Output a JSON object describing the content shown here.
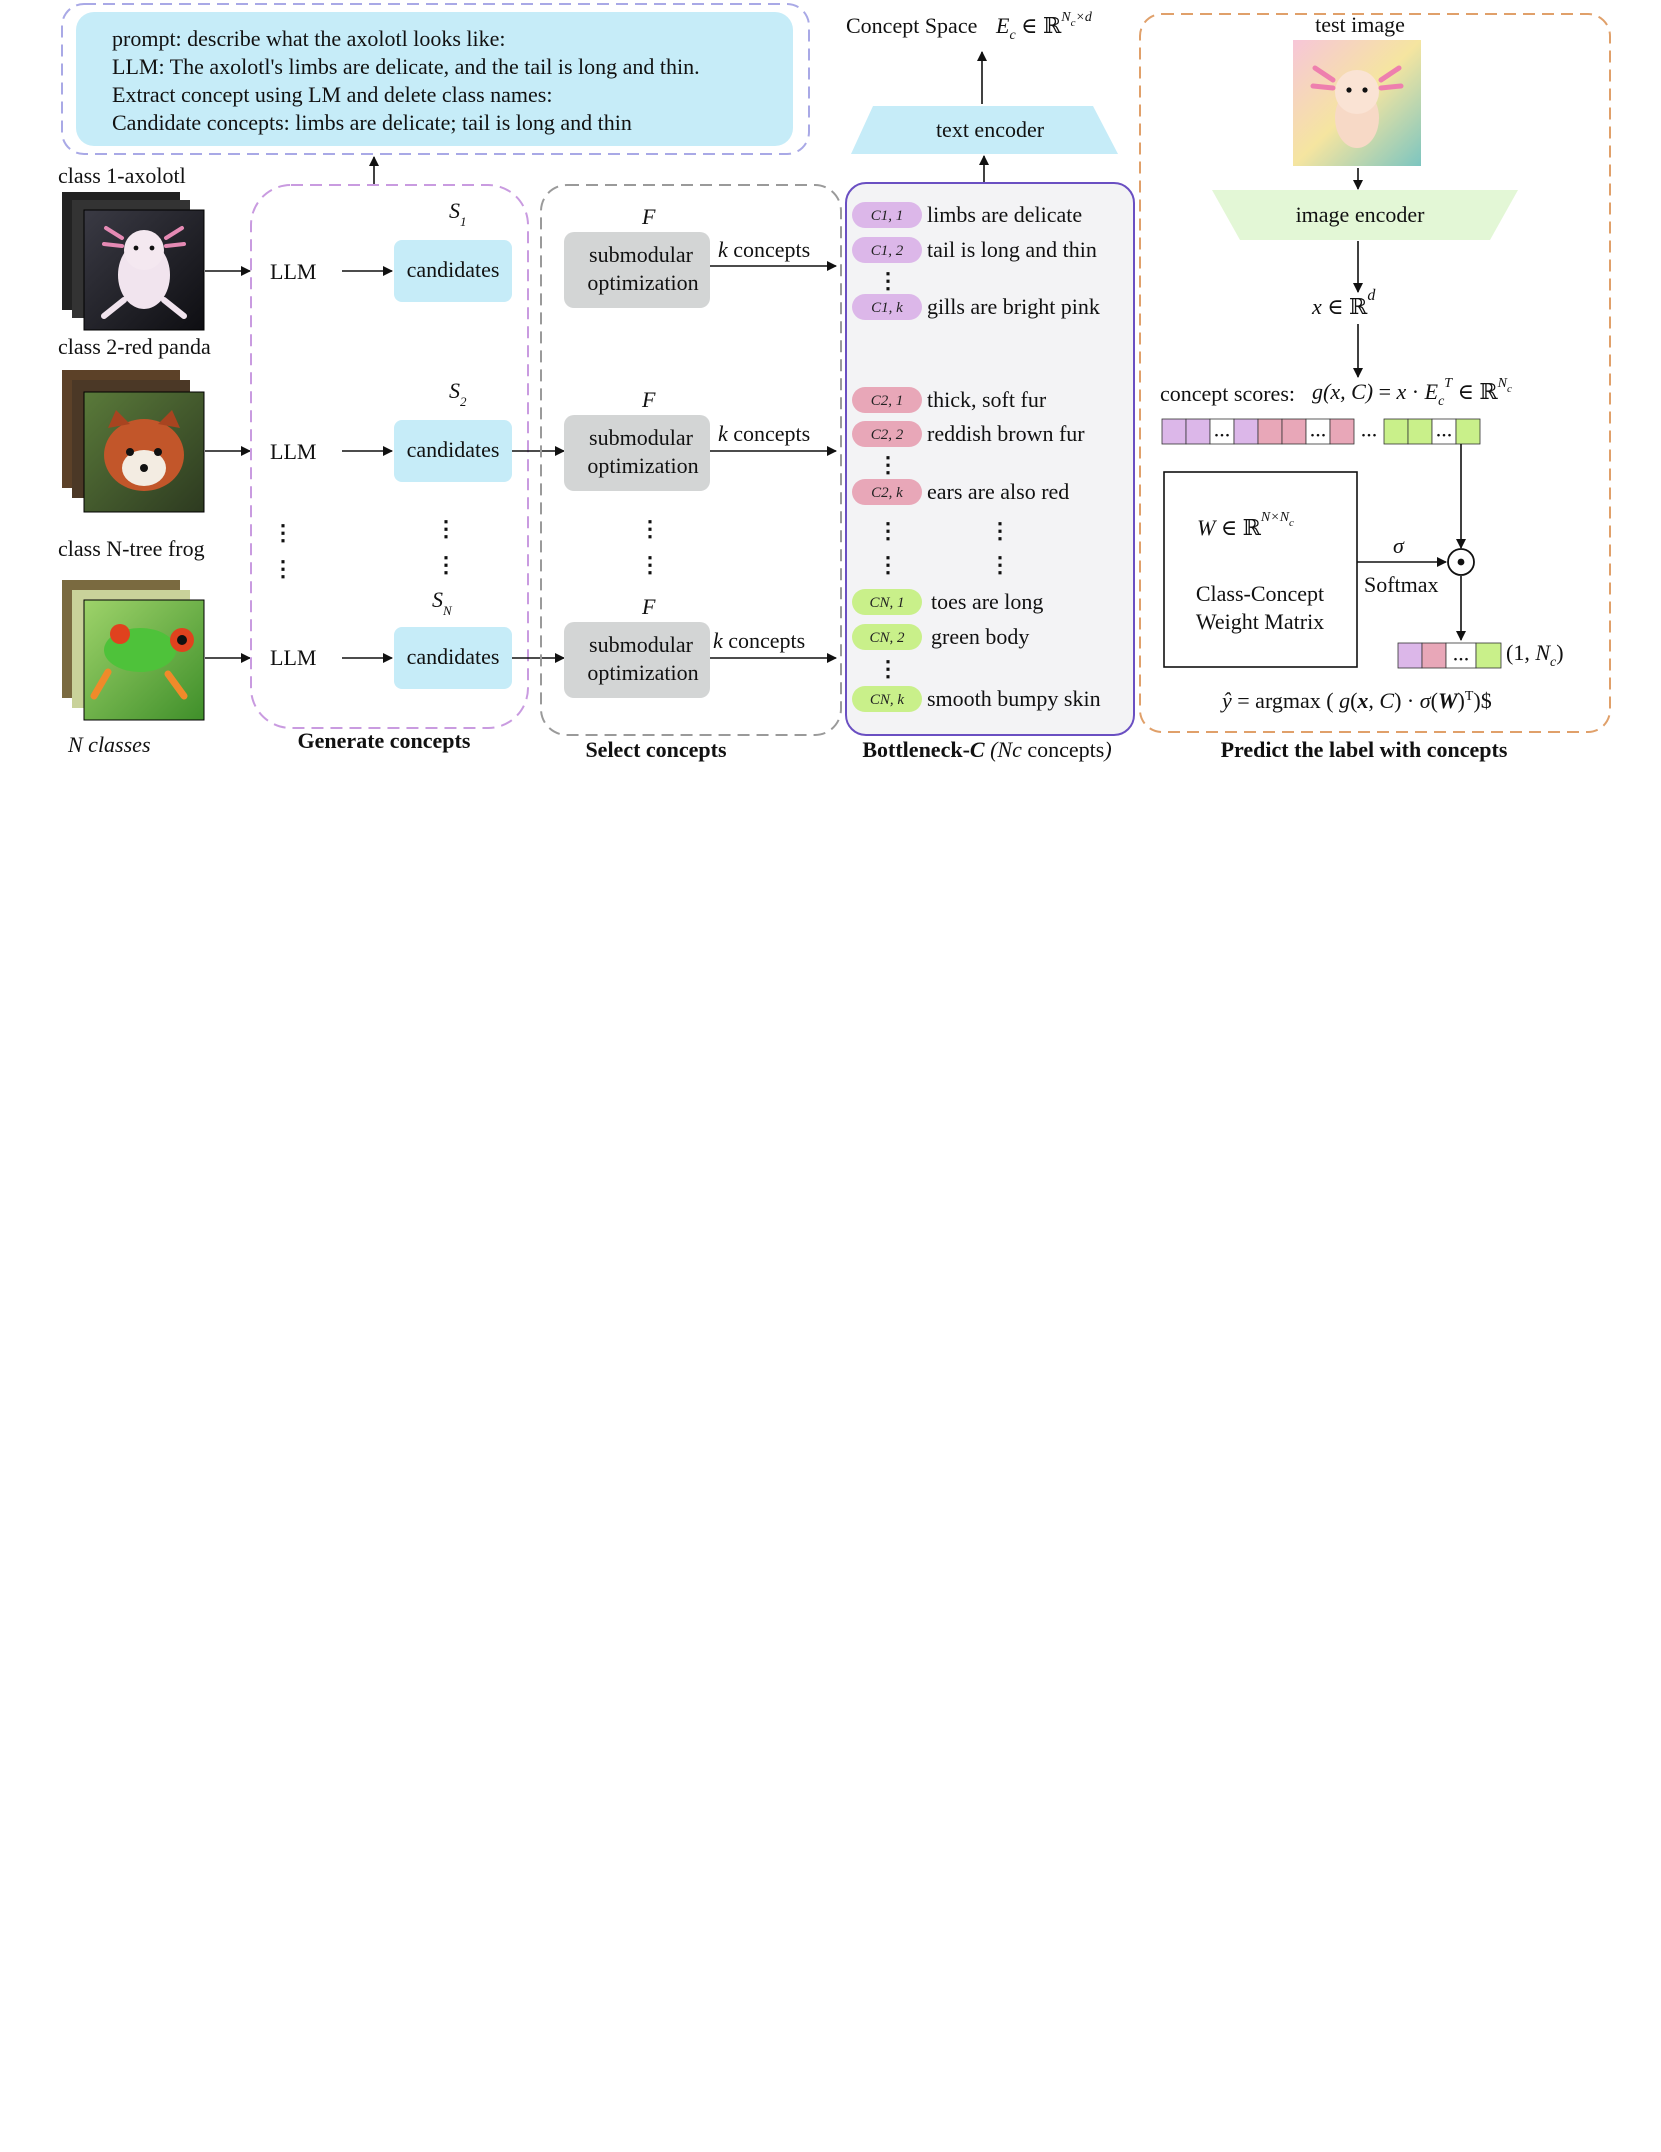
{
  "prompt_box": {
    "lines": [
      "prompt: describe what the axolotl looks like:",
      "LLM: The axolotl's limbs are delicate, and the tail is long and thin.",
      "Extract concept using LM and delete class names:",
      "Candidate concepts: limbs are delicate; tail is long and thin"
    ]
  },
  "classes": [
    {
      "label": "class 1-axolotl",
      "llm": "LLM",
      "set_label": "S",
      "set_sub": "1",
      "candidates": "candidates",
      "optimizer": "submodular optimization",
      "f_symbol": "F",
      "k_concepts": "k concepts"
    },
    {
      "label": "class 2-red panda",
      "llm": "LLM",
      "set_label": "S",
      "set_sub": "2",
      "candidates": "candidates",
      "optimizer": "submodular optimization",
      "f_symbol": "F",
      "k_concepts": "k concepts"
    },
    {
      "label": "class N-tree frog",
      "llm": "LLM",
      "set_label": "S",
      "set_sub": "N",
      "candidates": "candidates",
      "optimizer": "submodular optimization",
      "f_symbol": "F",
      "k_concepts": "k concepts"
    }
  ],
  "n_classes_label": "N classes",
  "section_titles": {
    "generate": "Generate concepts",
    "select": "Select concepts",
    "bottleneck": "Bottleneck-C (Nc concepts)",
    "predict": "Predict the label with concepts"
  },
  "concept_space": {
    "label": "Concept Space",
    "formula": "E_c ∈ ℝ^{N_c×d}",
    "text_encoder": "text encoder"
  },
  "concepts": [
    {
      "group": 1,
      "pill": "C1, 1",
      "text": "limbs are delicate"
    },
    {
      "group": 1,
      "pill": "C1, 2",
      "text": "tail is long and thin"
    },
    {
      "group": 1,
      "pill": "C1, k",
      "text": "gills are bright pink"
    },
    {
      "group": 2,
      "pill": "C2, 1",
      "text": "thick, soft fur"
    },
    {
      "group": 2,
      "pill": "C2, 2",
      "text": "reddish brown fur"
    },
    {
      "group": 2,
      "pill": "C2, k",
      "text": "ears are also red"
    },
    {
      "group": 3,
      "pill": "CN, 1",
      "text": "toes are long"
    },
    {
      "group": 3,
      "pill": "CN, 2",
      "text": "green body"
    },
    {
      "group": 3,
      "pill": "CN, k",
      "text": "smooth bumpy skin"
    }
  ],
  "predict": {
    "test_image": "test image",
    "image_encoder": "image encoder",
    "x_formula": "x ∈ ℝ^d",
    "scores_label": "concept scores:",
    "scores_formula": "g(x, C) = x · E_c^T ∈ ℝ^{N_c}",
    "weight_formula": "W ∈ ℝ^{N×N_c}",
    "weight_title_1": "Class-Concept",
    "weight_title_2": "Weight Matrix",
    "sigma": "σ",
    "softmax": "Softmax",
    "output_shape": "(1, N_c)",
    "yhat_formula": "ŷ = argmax (g(x, C) · σ(W)ᵀ)$",
    "ellipsis": "..."
  },
  "colors": {
    "blue_box": "#c6ecf8",
    "purple_pill": "#dcb7e9",
    "pink_pill": "#e8a7b8",
    "green_pill": "#c9f08a",
    "gray_box": "#d3d5d5",
    "purple_dash": "#c99be0",
    "gray_dash": "#9a9a9a",
    "orange_dash": "#e0a06a",
    "bottleneck_border": "#6a4fc2",
    "image_encoder": "#e3f7d6",
    "prompt_border": "#a9a9e6"
  },
  "icons": [
    "axolotl-image",
    "red-panda-image",
    "tree-frog-image",
    "test-axolotl-image",
    "hadamard-product-icon"
  ]
}
